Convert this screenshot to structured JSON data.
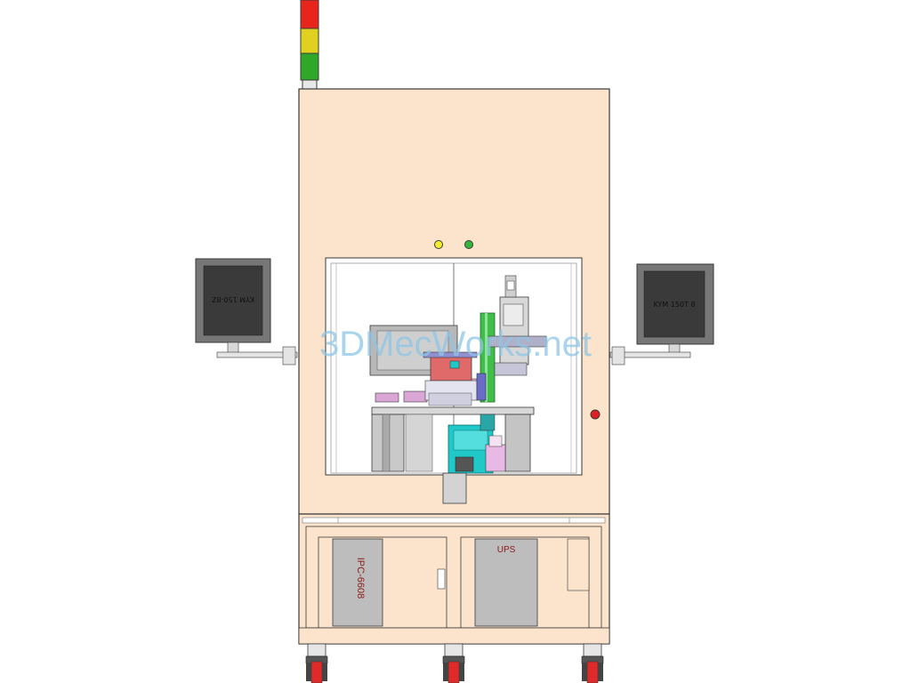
{
  "watermark": "3DMecWorks.net",
  "monitor_left": {
    "label": "KYM 150-8Z"
  },
  "monitor_right": {
    "label": "KYM 150T 8"
  },
  "cabinet_left": {
    "label": "IPC-6608"
  },
  "cabinet_right": {
    "label": "UPS"
  },
  "colors": {
    "frame": "#fbe3cc",
    "outline": "#3a3a3a",
    "tower_red": "#e8241c",
    "tower_yellow": "#e0d020",
    "tower_green": "#2fa82a",
    "indicator_yellow": "#f4ee2a",
    "indicator_green": "#35b53a",
    "estop_red": "#e02020",
    "cyan": "#20c8c8",
    "pink": "#d9a6d6",
    "green_part": "#3fbf4a",
    "watermark": "#8ec6e6"
  }
}
